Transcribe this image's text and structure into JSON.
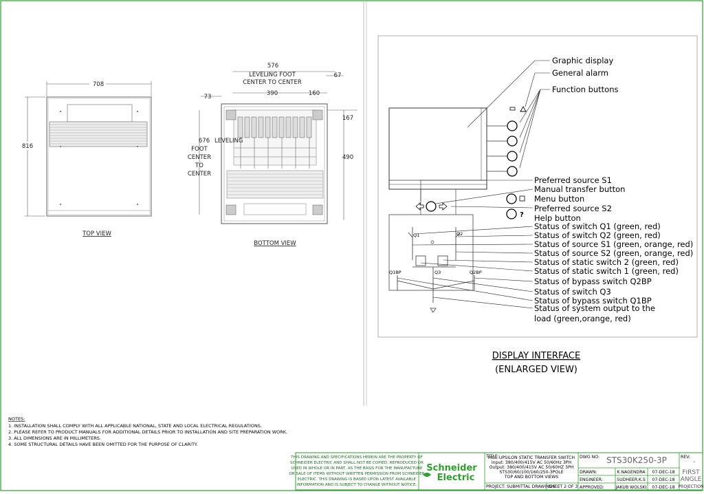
{
  "views": {
    "top_view_title": "TOP VIEW",
    "bottom_view_title": "BOTTOM VIEW",
    "display_title": "DISPLAY INTERFACE",
    "display_subtitle": "(ENLARGED VIEW)"
  },
  "dimensions": {
    "top_width": "708",
    "top_height": "816",
    "bottom_576": "576",
    "leveling_foot_h": "LEVELING FOOT",
    "center_to_center": "CENTER TO CENTER",
    "bottom_67": "67",
    "bottom_390": "390",
    "bottom_160": "160",
    "bottom_73": "73",
    "bottom_167": "167",
    "bottom_490": "490",
    "v_676": "676",
    "v_leveling": "LEVELING",
    "v_foot": "FOOT",
    "v_center": "CENTER",
    "v_to": "TO",
    "v_center2": "CENTER"
  },
  "callouts": [
    "Graphic display",
    "General alarm",
    "Function buttons",
    "Preferred source S1",
    "Manual transfer button",
    "Menu button",
    "Preferred source S2",
    "Help button",
    "Status of switch Q1 (green, red)",
    "Status of switch Q2 (green, red)",
    "Status of source S1 (green, orange, red)",
    "Status of source S2 (green, orange, red)",
    "Status of static switch 2 (green, red)",
    "Status of static switch 1 (green, red)",
    "Status of bypass switch Q2BP",
    "Status of switch Q3",
    "Status of bypass switch Q1BP",
    "Status of system output to the",
    "load (green,orange, red)"
  ],
  "switch_labels": {
    "q1": "Q1",
    "q2": "Q2",
    "q3": "Q3",
    "q1bp": "Q1BP",
    "q2bp": "Q2BP"
  },
  "notes": {
    "heading": "NOTES:",
    "items": [
      "1. INSTALLATION SHALL COMPLY WITH ALL APPLICABLE NATIONAL, STATE AND LOCAL ELECTRICAL REGULATIONS.",
      "2. PLEASE REFER TO PRODUCT MANUALS FOR ADDITIONAL DETAILS PRIOR TO INSTALLATION AND SITE PREPARATION WORK.",
      "3. ALL DIMENSIONS ARE IN MILLIMETERS.",
      "4. SOME STRUCTURAL DETAILS HAVE BEEN OMITTED FOR THE PURPOSE OF CLARITY."
    ]
  },
  "title_block": {
    "disclaimer": [
      "THIS DRAWING AND SPECIFICATIONS HEREIN ARE THE PROPERTY OF",
      "SCHNEIDER ELECTRIC AND SHALL NOT BE COPIED, REPRODUCED OR",
      "USED IN WHOLE OR IN PART, AS THE BASIS FOR THE MANUFACTURE",
      "OR SALE OF ITEMS WITHOUT WRITTEN PERMISSION FROM SCHNEIDER",
      "ELECTRIC. THIS DRAWING IS BASED UPON LATEST AVAILABLE",
      "INFORMATION AND IS SUBJECT TO CHANGE WITHOUT NOTICE."
    ],
    "logo_line1": "Schneider",
    "logo_line2": "Electric",
    "title_label": "TITLE:",
    "title_lines": [
      "MGE UPSILON STATIC TRANSFER SWITCH",
      "Input: 380/400/415V AC 50/60Hz 3PH",
      "Output: 380/400/415V AC 50/60HZ 3PH",
      "STS30/60/100/160/250-3POLE",
      "TOP AND BOTTOM VIEWS"
    ],
    "project": "PROJECT: SUBMITTAL DRAWINGS",
    "sheet": "SHEET 2 OF 3",
    "dwg_label": "DWG NO:",
    "dwg_no": "STS30K250-3P",
    "rev_label": "REV:",
    "rev_value": "-",
    "drawn_label": "DRAWN:",
    "drawn_name": "K.NAGENDRA",
    "drawn_date": "07-DEC-18",
    "engineer_label": "ENGINEER:",
    "engineer_name": "SUDHEER.K.S",
    "engineer_date": "07-DEC-18",
    "approved_label": "APPROVED:",
    "approved_name": "JAKUB WOLSKI",
    "approved_date": "07-DEC-18",
    "projection": [
      "FIRST",
      "ANGLE",
      "PROJECTION"
    ]
  }
}
